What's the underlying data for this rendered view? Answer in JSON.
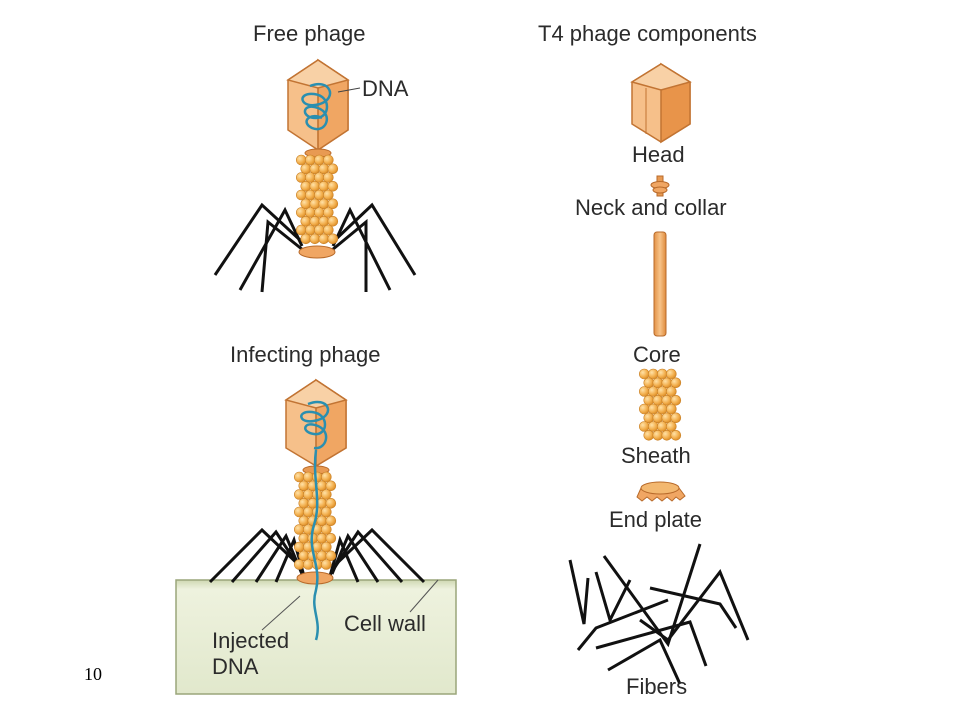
{
  "slide_number": "10",
  "free_phage": {
    "title": "Free phage",
    "dna_label": "DNA"
  },
  "infecting_phage": {
    "title": "Infecting phage",
    "cell_wall_label": "Cell wall",
    "injected_label_line1": "Injected",
    "injected_label_line2": "DNA"
  },
  "components": {
    "title": "T4 phage components",
    "items": [
      "Head",
      "Neck and collar",
      "Core",
      "Sheath",
      "End plate",
      "Fibers"
    ]
  },
  "colors": {
    "capsid_light": "#f6c08a",
    "capsid_mid": "#f0a663",
    "capsid_dark": "#e08a3c",
    "bead": "#f3b04f",
    "dna": "#2a8fb0",
    "fiber": "#111111",
    "cell_wall": "#e3ead0"
  }
}
